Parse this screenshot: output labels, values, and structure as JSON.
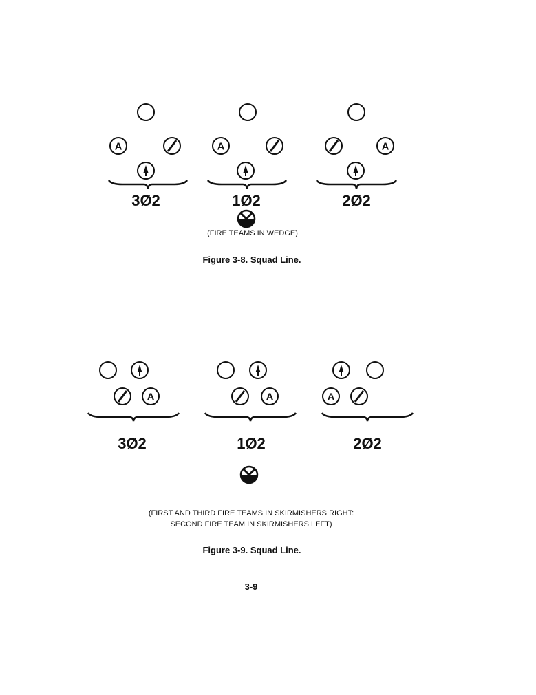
{
  "figure_3_8": {
    "groups": [
      {
        "label": "3Ø2",
        "symbols": [
          "team-leader",
          "automatic-rifleman",
          "grenadier",
          "rifleman"
        ]
      },
      {
        "label": "1Ø2",
        "symbols": [
          "team-leader",
          "automatic-rifleman",
          "grenadier",
          "rifleman"
        ]
      },
      {
        "label": "2Ø2",
        "symbols": [
          "team-leader",
          "grenadier",
          "automatic-rifleman",
          "rifleman"
        ]
      }
    ],
    "caption": "(FIRE TEAMS IN WEDGE)",
    "title": "Figure 3-8.  Squad Line."
  },
  "figure_3_9": {
    "groups": [
      {
        "label": "3Ø2"
      },
      {
        "label": "1Ø2"
      },
      {
        "label": "2Ø2"
      }
    ],
    "caption_line1": "(FIRST AND THIRD FIRE TEAMS IN SKIRMISHERS RIGHT:",
    "caption_line2": "SECOND FIRE TEAM IN SKIRMISHERS LEFT)",
    "title": "Figure 3-9.  Squad Line."
  },
  "page_number": "3-9",
  "symbol_letter": "A"
}
